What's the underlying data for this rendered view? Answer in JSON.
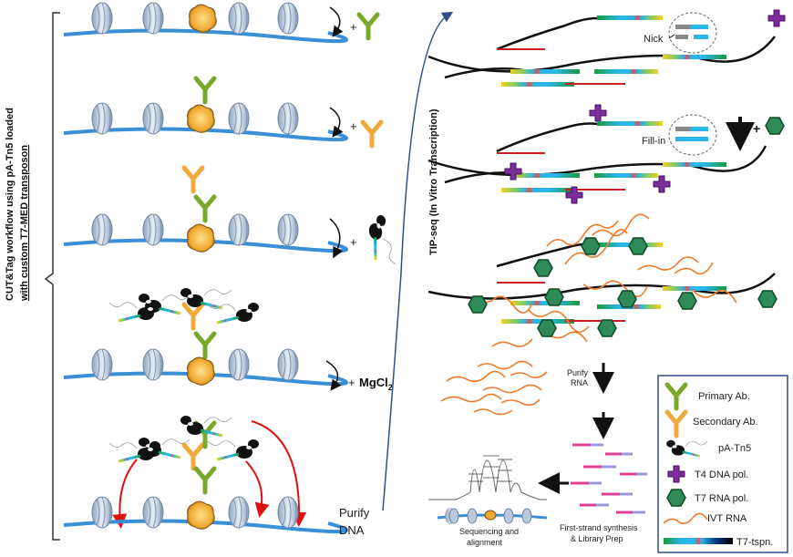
{
  "left_panel": {
    "side_title_line1": "CUT&Tag workflow using pA-Tn5 loaded",
    "side_title_line2": "with custom T7-MED transposon",
    "plus": "+",
    "mgcl2_prefix": "MgCl",
    "mgcl2_sub": "2",
    "purify_line1": "Purify",
    "purify_line2": "DNA"
  },
  "right_panel": {
    "side_title": "TIP-seq (In Vitro Transcription)",
    "nick_label": "Nick",
    "fillin_label": "Fill-in",
    "purify_rna_line1": "Purify",
    "purify_rna_line2": "RNA",
    "first_strand_line1": "First-strand synthesis",
    "first_strand_line2": "& Library Prep",
    "sequencing_line1": "Sequencing and",
    "sequencing_line2": "alignment",
    "plus": "+"
  },
  "legend": {
    "items": [
      {
        "label": "Primary Ab.",
        "icon": "primary-antibody"
      },
      {
        "label": "Secondary Ab.",
        "icon": "secondary-antibody"
      },
      {
        "label": "pA-Tn5",
        "icon": "pa-tn5"
      },
      {
        "label": "T4 DNA pol.",
        "icon": "t4-dna-polymerase"
      },
      {
        "label": "T7 RNA pol.",
        "icon": "t7-rna-polymerase"
      },
      {
        "label": "IVT RNA",
        "icon": "ivt-rna"
      },
      {
        "label": "T7-tspn.",
        "icon": "t7-transposon"
      }
    ]
  },
  "colors": {
    "dna": "#3a8fd6",
    "nucleosome": "#b9c9dc",
    "primary_ab": "#7aa82b",
    "secondary_ab": "#f2a93b",
    "t4_pol": "#7b2d9b",
    "t7_pol": "#2e8b57",
    "rna": "#f07a2a",
    "arrow_red": "#e01010",
    "legend_border": "#2f4f8a"
  }
}
